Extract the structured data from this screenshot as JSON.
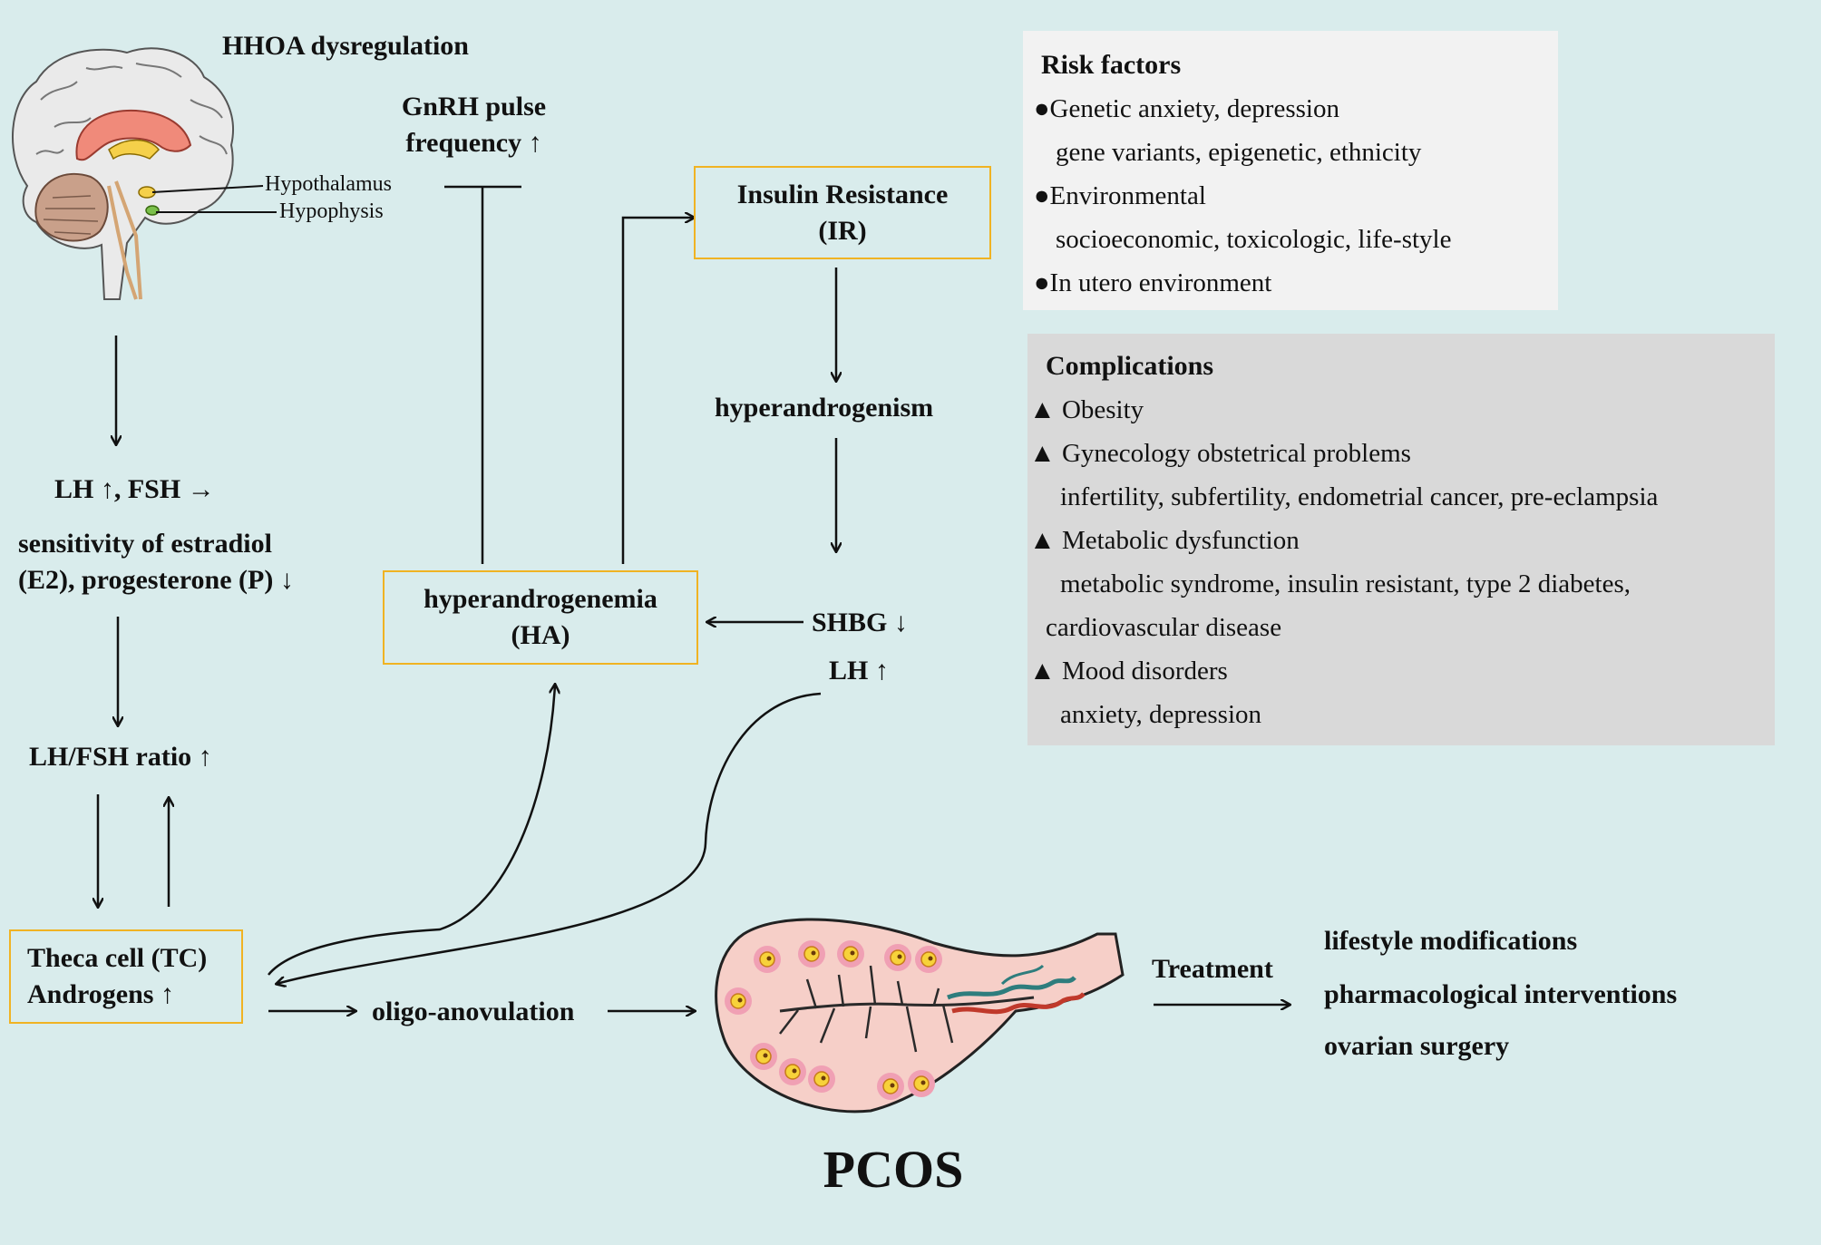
{
  "hhoa_label": "HHOA dysregulation",
  "brain": {
    "hypothalamus_label": "Hypothalamus",
    "hypophysis_label": "Hypophysis"
  },
  "gnrh": {
    "line1": "GnRH pulse",
    "line2": "frequency ↑"
  },
  "lh_fsh": "LH ↑, FSH →",
  "sensitivity": {
    "line1": "sensitivity of estradiol",
    "line2": "(E2), progesterone (P) ↓"
  },
  "lh_fsh_ratio": "LH/FSH ratio ↑",
  "theca": {
    "line1": "Theca cell (TC)",
    "line2": "Androgens ↑"
  },
  "hyperandrogenemia": {
    "line1": "hyperandrogenemia",
    "line2": "(HA)"
  },
  "insulin_resistance": {
    "line1": "Insulin Resistance",
    "line2": "(IR)"
  },
  "hyperandrogenism": "hyperandrogenism",
  "shbg": "SHBG ↓",
  "lh_up": "LH ↑",
  "oligo": "oligo-anovulation",
  "pcos": "PCOS",
  "treatment": {
    "label": "Treatment",
    "items": [
      "lifestyle modifications",
      "pharmacological interventions",
      "ovarian surgery"
    ]
  },
  "risk_factors": {
    "title": "Risk factors",
    "bullet": "●",
    "items": [
      {
        "main": "Genetic anxiety, depression",
        "sub": "gene variants, epigenetic, ethnicity"
      },
      {
        "main": "Environmental",
        "sub": "socioeconomic, toxicologic, life-style"
      },
      {
        "main": "In utero environment",
        "sub": ""
      }
    ]
  },
  "complications": {
    "title": "Complications",
    "bullet": "▲",
    "items": [
      {
        "main": "Obesity",
        "sub": []
      },
      {
        "main": "Gynecology obstetrical problems",
        "sub": [
          "infertility, subfertility, endometrial cancer, pre-eclampsia"
        ]
      },
      {
        "main": "Metabolic dysfunction",
        "sub": [
          "metabolic syndrome, insulin resistant, type 2 diabetes,",
          "cardiovascular disease"
        ]
      },
      {
        "main": "Mood disorders",
        "sub": [
          "anxiety, depression"
        ]
      }
    ]
  },
  "colors": {
    "background": "#d9ecec",
    "box_border": "#f0b323",
    "risk_panel": "#f2f2f2",
    "complications_panel": "#d9d9d9",
    "ovary_fill": "#f6cfc8",
    "follicle": "#f0a0b4",
    "artery": "#c0392b",
    "vein": "#2e7d7d"
  }
}
